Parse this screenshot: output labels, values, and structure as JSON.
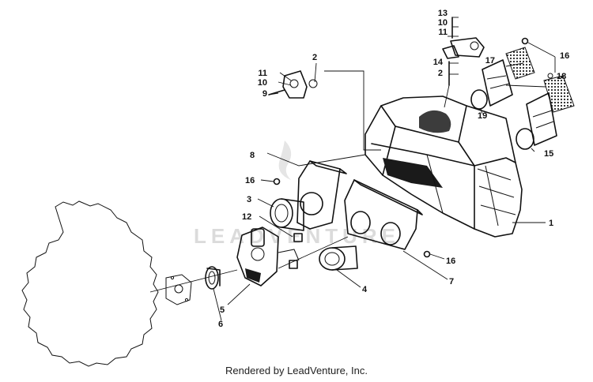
{
  "watermark": {
    "text": "LEADVENTURE"
  },
  "footer": {
    "credit": "Rendered by LeadVenture, Inc."
  },
  "callouts": [
    {
      "id": "c13",
      "label": "13"
    },
    {
      "id": "c10a",
      "label": "10"
    },
    {
      "id": "c11a",
      "label": "11"
    },
    {
      "id": "c14",
      "label": "14"
    },
    {
      "id": "c2a",
      "label": "2"
    },
    {
      "id": "c16a",
      "label": "16"
    },
    {
      "id": "c17",
      "label": "17"
    },
    {
      "id": "c18",
      "label": "18"
    },
    {
      "id": "c19",
      "label": "19"
    },
    {
      "id": "c15",
      "label": "15"
    },
    {
      "id": "c2b",
      "label": "2"
    },
    {
      "id": "c11b",
      "label": "11"
    },
    {
      "id": "c10b",
      "label": "10"
    },
    {
      "id": "c9",
      "label": "9"
    },
    {
      "id": "c8",
      "label": "8"
    },
    {
      "id": "c16b",
      "label": "16"
    },
    {
      "id": "c3",
      "label": "3"
    },
    {
      "id": "c12",
      "label": "12"
    },
    {
      "id": "c1",
      "label": "1"
    },
    {
      "id": "c16c",
      "label": "16"
    },
    {
      "id": "c7",
      "label": "7"
    },
    {
      "id": "c4",
      "label": "4"
    },
    {
      "id": "c5",
      "label": "5"
    },
    {
      "id": "c6",
      "label": "6"
    }
  ]
}
